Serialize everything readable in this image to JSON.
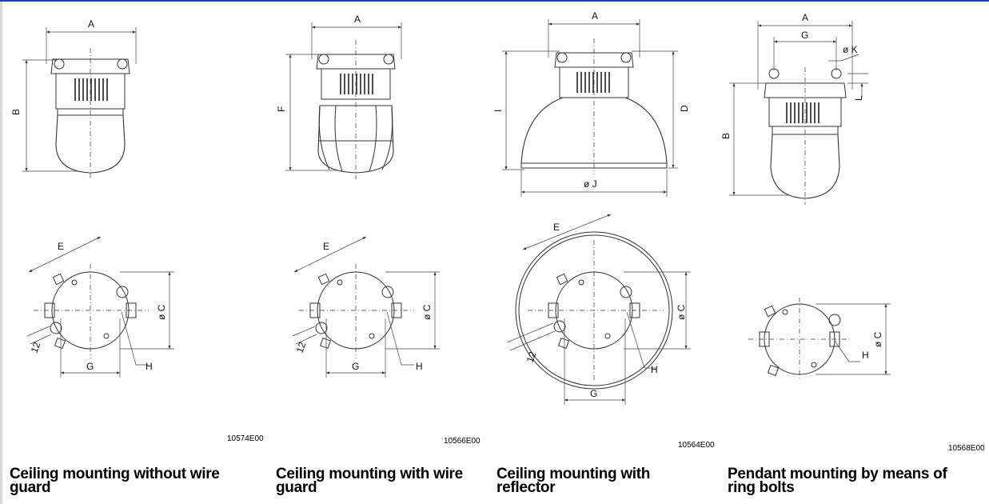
{
  "views": [
    {
      "caption": "Ceiling mounting without wire guard",
      "ref": "10574E00",
      "labels": {
        "a": "A",
        "b": "B",
        "e": "E",
        "c": "ø C",
        "g": "G",
        "h": "H",
        "twelve": "12"
      }
    },
    {
      "caption": "Ceiling mounting with wire guard",
      "ref": "10566E00",
      "labels": {
        "a": "A",
        "f": "F",
        "e": "E",
        "c": "ø C",
        "g": "G",
        "h": "H",
        "twelve": "12"
      }
    },
    {
      "caption": "Ceiling mounting with reflector",
      "ref": "10564E00",
      "labels": {
        "a": "A",
        "i": "I",
        "d": "D",
        "j": "ø J",
        "e": "E",
        "c": "ø C",
        "g": "G",
        "h": "H",
        "twelve": "12"
      }
    },
    {
      "caption": "Pendant mounting by means of ring bolts",
      "ref": "10568E00",
      "labels": {
        "a": "A",
        "g": "G",
        "k": "ø K",
        "l": "L",
        "b": "B",
        "c": "ø C",
        "h": "H"
      }
    }
  ],
  "colors": {
    "accent_rule": "#1f3fb0",
    "line": "#333333"
  }
}
